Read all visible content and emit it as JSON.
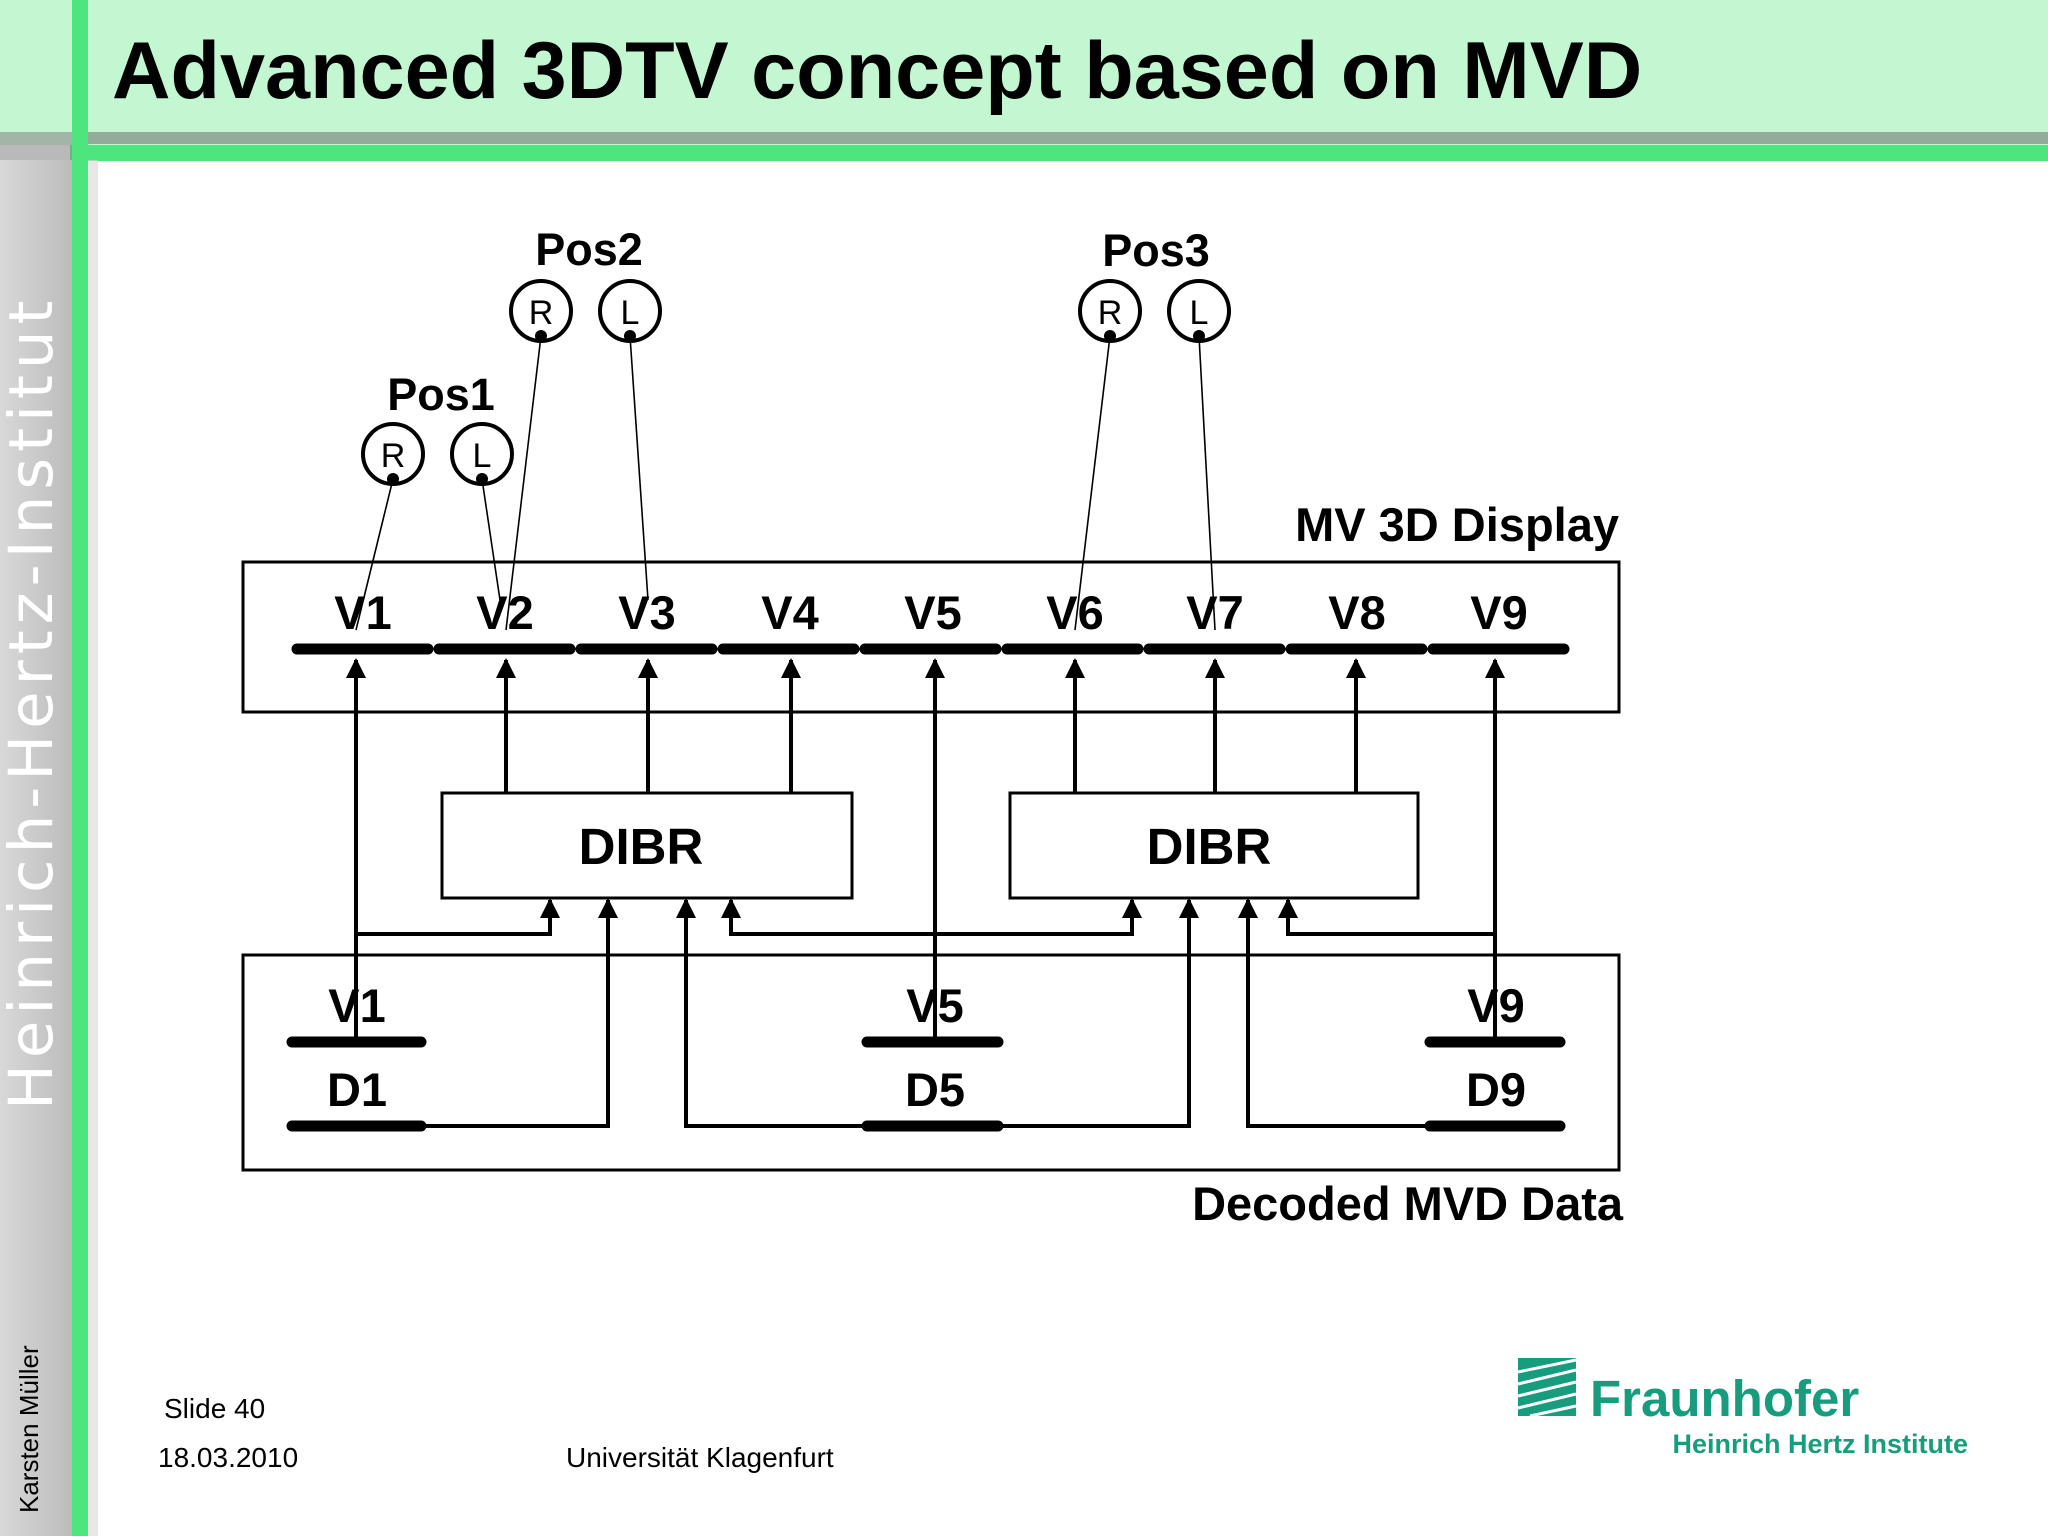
{
  "slide": {
    "title": "Advanced 3DTV concept based on MVD",
    "side_text": "Heinrich-Hertz-Institut",
    "author": "Karsten Müller",
    "slide_number": "Slide 40",
    "date": "18.03.2010",
    "venue": "Universität Klagenfurt",
    "colors": {
      "header": "#c2f7d2",
      "accent": "#4ee57e",
      "sidebar": "#cfcfcf",
      "ink": "#000000"
    }
  },
  "logo": {
    "name": "Fraunhofer",
    "subtitle": "Heinrich Hertz Institute",
    "color": "#179c7d"
  },
  "diagram": {
    "display_label": "MV 3D Display",
    "data_label": "Decoded MVD Data",
    "views": [
      "V1",
      "V2",
      "V3",
      "V4",
      "V5",
      "V6",
      "V7",
      "V8",
      "V9"
    ],
    "decoded": [
      {
        "view": "V1",
        "depth": "D1"
      },
      {
        "view": "V5",
        "depth": "D5"
      },
      {
        "view": "V9",
        "depth": "D9"
      }
    ],
    "renderers": [
      "DIBR",
      "DIBR"
    ],
    "positions": [
      {
        "name": "Pos1",
        "right": "R",
        "left": "L"
      },
      {
        "name": "Pos2",
        "right": "R",
        "left": "L"
      },
      {
        "name": "Pos3",
        "right": "R",
        "left": "L"
      }
    ]
  }
}
